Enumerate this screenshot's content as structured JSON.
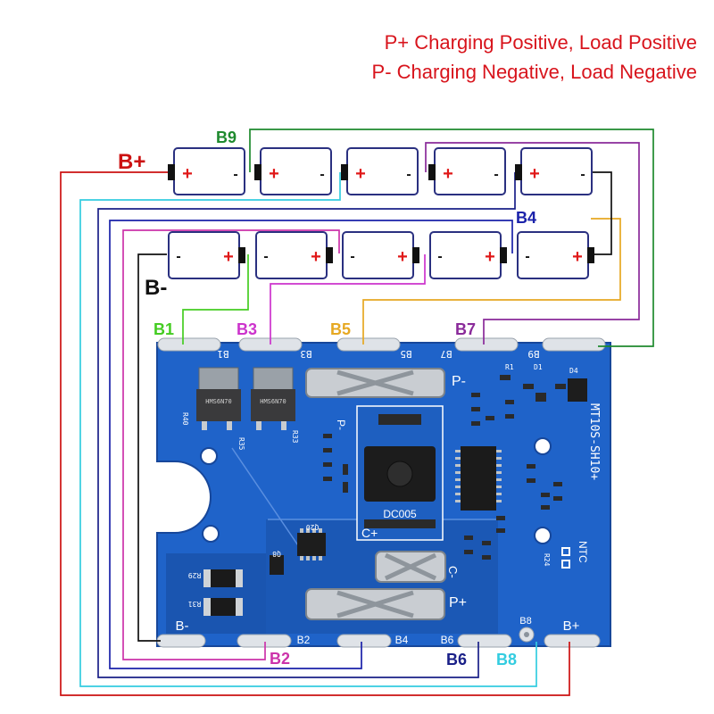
{
  "legend": {
    "line1": "P+ Charging Positive, Load Positive",
    "line2": "P- Charging Negative, Load Negative"
  },
  "labels": {
    "bplus": "B+",
    "bminus": "B-",
    "b1": "B1",
    "b2": "B2",
    "b3": "B3",
    "b4": "B4",
    "b5": "B5",
    "b6": "B6",
    "b7": "B7",
    "b8": "B8",
    "b9": "B9"
  },
  "battery": {
    "plus": "+",
    "minus": "-"
  },
  "pcb": {
    "pad_b1": "B1",
    "pad_b3": "B3",
    "pad_b5": "B5",
    "pad_b7": "B7",
    "pad_b9": "B9",
    "pad_bminus": "B-",
    "pad_b2": "B2",
    "pad_b4": "B4",
    "pad_b6": "B6",
    "pad_b8": "B8",
    "pad_bplus": "B+",
    "model": "MT10S-SH10+",
    "connector": "DC005",
    "pminus": "P-",
    "pplus": "P+",
    "cminus": "C-",
    "cplus": "C+",
    "ntc": "NTC",
    "r29": "R29",
    "r31": "R31",
    "r33": "R33",
    "r35": "R35",
    "r40": "R40",
    "r24": "R24",
    "r1": "R1",
    "d1": "D1",
    "d4": "D4",
    "q20": "Q20",
    "q8": "Q8",
    "chip1": "HMS6N70",
    "chip2": "HMS6N70"
  },
  "colors": {
    "legend": "#d8141c",
    "bplus": "#cc1111",
    "bminus": "#111111",
    "b1": "#44cc22",
    "b2": "#cc33aa",
    "b3": "#cc33cc",
    "b4": "#1a22aa",
    "b5": "#e6a822",
    "b6": "#1a2088",
    "b7": "#8a2a9a",
    "b8": "#33cce0",
    "b9": "#1e8a2e",
    "pcb": "#1f63c9"
  }
}
